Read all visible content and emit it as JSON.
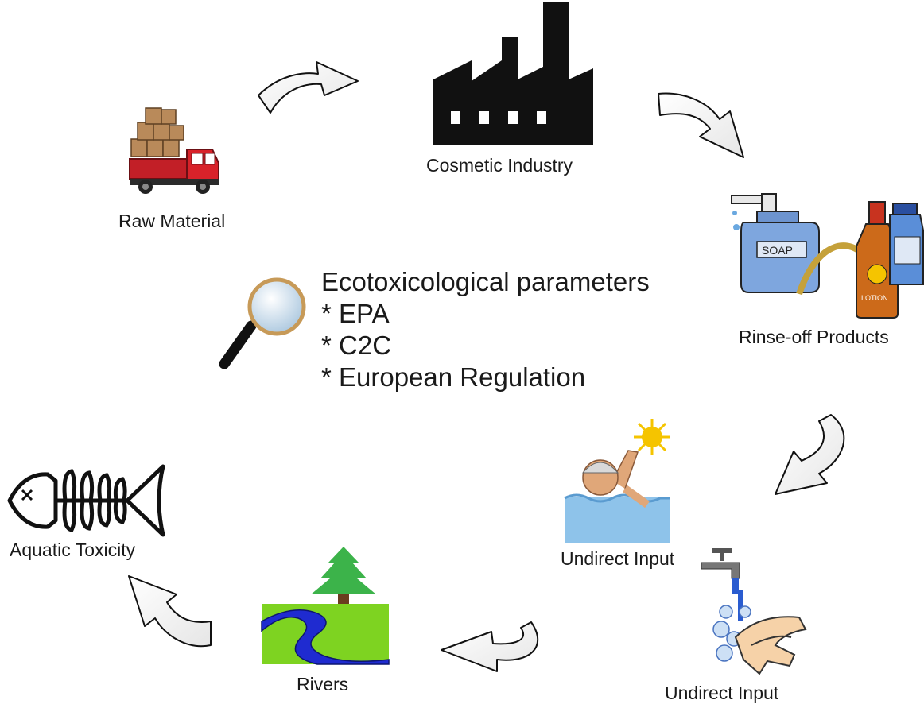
{
  "nodes": {
    "raw_material": "Raw Material",
    "cosmetic_industry": "Cosmetic Industry",
    "rinse_off_products": "Rinse-off Products",
    "undirect_input_swim": "Undirect Input",
    "undirect_input_wash": "Undirect Input",
    "rivers": "Rivers",
    "aquatic_toxicity": "Aquatic Toxicity"
  },
  "product_labels": {
    "soap": "SOAP",
    "lotion": "LOTION"
  },
  "center": {
    "title": "Ecotoxicological parameters",
    "items": [
      "* EPA",
      "* C2C",
      "* European Regulation"
    ]
  },
  "icons": [
    "truck-icon",
    "factory-icon",
    "soap-bottle-icon",
    "lotion-bottle-icon",
    "swimmer-icon",
    "sun-icon",
    "faucet-icon",
    "hands-icon",
    "tree-icon",
    "river-icon",
    "fish-skeleton-icon",
    "magnifier-icon"
  ],
  "colors": {
    "river": "#1f2bd0",
    "grass": "#7ed321",
    "tree": "#3cb34a",
    "water": "#8ec3ea",
    "truck": "#d8222a",
    "box": "#b98a5a",
    "sun": "#f5c400"
  }
}
